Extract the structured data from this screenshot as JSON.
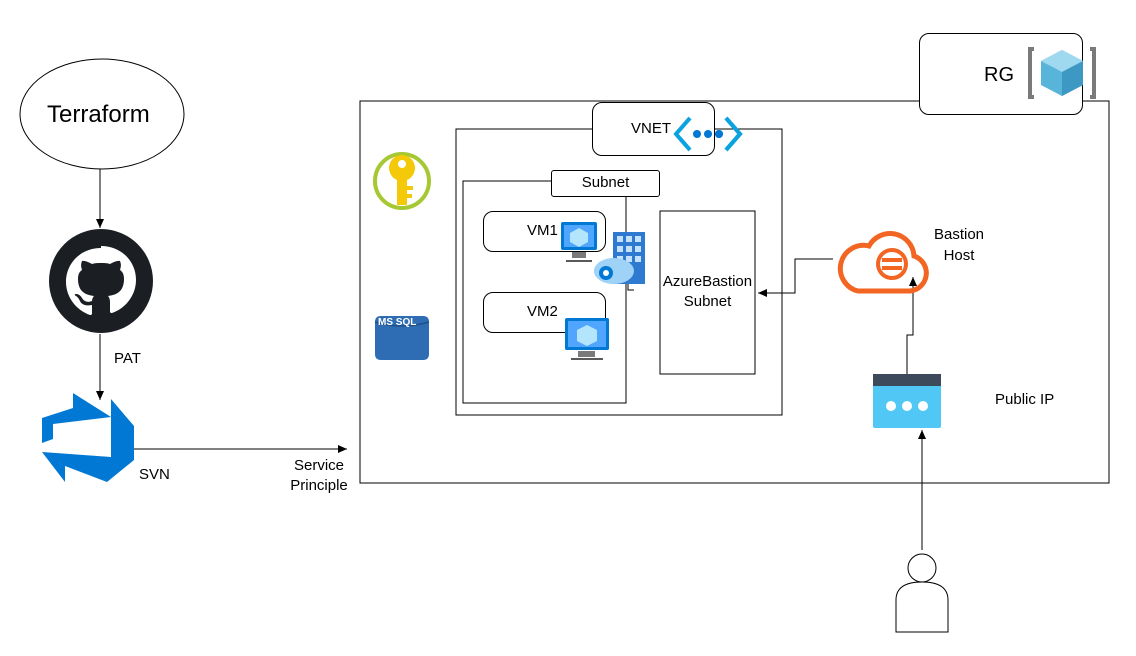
{
  "labels": {
    "terraform": "Terraform",
    "pat": "PAT",
    "svn": "SVN",
    "service_principle_line1": "Service",
    "service_principle_line2": "Principle",
    "rg": "RG",
    "vnet": "VNET",
    "subnet": "Subnet",
    "vm1": "VM1",
    "vm2": "VM2",
    "azure_bastion_line1": "AzureBastion",
    "azure_bastion_line2": "Subnet",
    "bastion_host_line1": "Bastion",
    "bastion_host_line2": "Host",
    "public_ip": "Public IP",
    "ms_sql": "MS SQL"
  },
  "colors": {
    "line": "#000000",
    "azure_blue": "#0078d4",
    "azure_light_blue": "#50e6ff",
    "key_yellow": "#f4c90a",
    "key_ring_green": "#a6c832",
    "bastion_orange": "#f26522",
    "sql_blue": "#2e6db4",
    "rg_cube": "#59b4d9"
  },
  "icons": [
    "github-icon",
    "azure-devops-icon",
    "key-vault-icon",
    "ms-sql-icon",
    "vnet-icon",
    "vm-icon",
    "app-service-icon",
    "bastion-icon",
    "public-ip-icon",
    "resource-group-icon",
    "user-icon"
  ]
}
